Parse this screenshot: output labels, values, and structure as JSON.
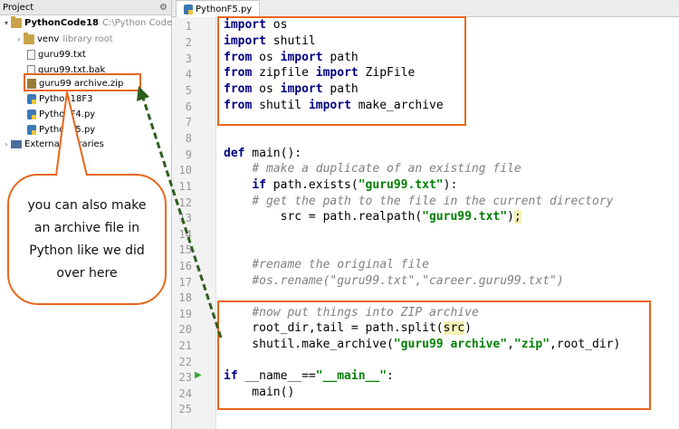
{
  "project_panel": {
    "header_label": "Project",
    "gear_icon": "gear-icon",
    "root": {
      "name": "PythonCode18",
      "path": "C:\\Python Code\\P..."
    },
    "items": [
      {
        "name": "venv",
        "note": "library root",
        "icon": "folder-icon"
      },
      {
        "name": "guru99.txt",
        "icon": "text-file-icon"
      },
      {
        "name": "guru99.txt.bak",
        "icon": "text-file-icon"
      },
      {
        "name": "guru99 archive.zip",
        "icon": "zip-file-icon"
      },
      {
        "name": "Python18F3",
        "icon": "python-file-icon"
      },
      {
        "name": "PythonF4.py",
        "icon": "python-file-icon"
      },
      {
        "name": "PythonF5.py",
        "icon": "python-file-icon"
      },
      {
        "name": "External Libraries",
        "icon": "library-icon"
      }
    ]
  },
  "editor": {
    "tab_label": "PythonF5.py",
    "line_numbers": [
      "1",
      "2",
      "3",
      "4",
      "5",
      "6",
      "7",
      "8",
      "9",
      "10",
      "11",
      "12",
      "13",
      "14",
      "15",
      "16",
      "17",
      "18",
      "19",
      "20",
      "21",
      "22",
      "23",
      "24",
      "25"
    ]
  },
  "callout": {
    "text": "you can also make an archive file in Python like we did over here"
  },
  "colors": {
    "annotation_orange": "#e8661a",
    "arrow_green": "#2e5e1e",
    "keyword": "#000080",
    "string": "#008000",
    "comment": "#808080"
  }
}
